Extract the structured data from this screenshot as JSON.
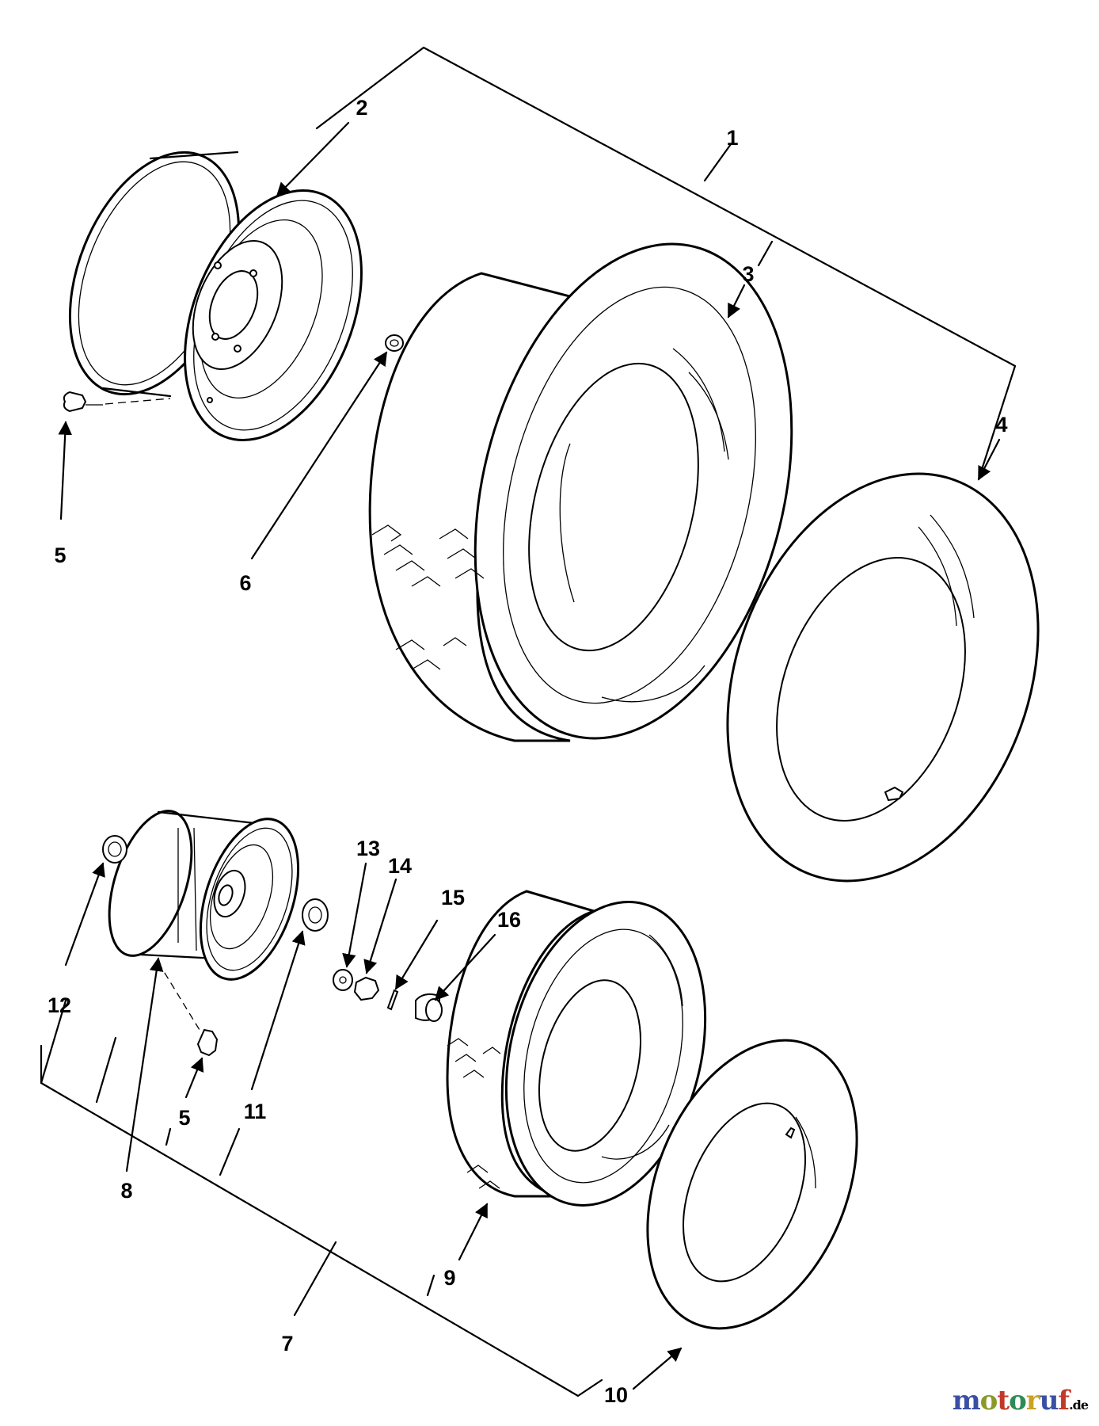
{
  "callouts": {
    "c1": "1",
    "c2": "2",
    "c3": "3",
    "c4": "4",
    "c5a": "5",
    "c6": "6",
    "c7": "7",
    "c8": "8",
    "c5b": "5",
    "c9": "9",
    "c10": "10",
    "c11": "11",
    "c12": "12",
    "c13": "13",
    "c14": "14",
    "c15": "15",
    "c16": "16"
  },
  "watermark": {
    "letters": [
      "m",
      "o",
      "t",
      "o",
      "r",
      "u",
      "f"
    ],
    "colors": [
      "#3a4fa3",
      "#8a9a2a",
      "#c0392b",
      "#2e8b57",
      "#c9a227",
      "#3a4fa3",
      "#c0392b"
    ],
    "suffix": ".de"
  }
}
